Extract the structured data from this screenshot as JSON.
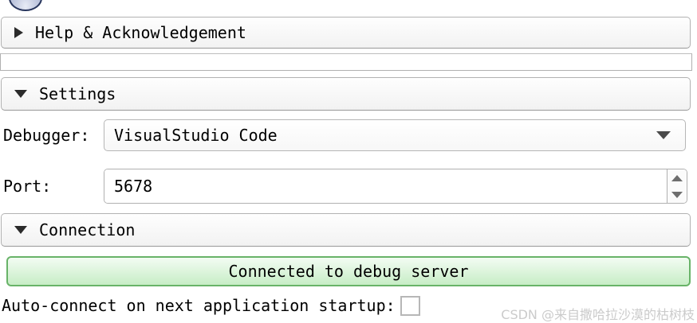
{
  "panes": {
    "help": {
      "label": "Help & Acknowledgement",
      "state": "collapsed"
    },
    "settings": {
      "label": "Settings",
      "state": "expanded"
    },
    "connection": {
      "label": "Connection",
      "state": "expanded"
    }
  },
  "settings": {
    "debugger_label": "Debugger:",
    "debugger_value": "VisualStudio Code",
    "port_label": "Port:",
    "port_value": "5678"
  },
  "connection": {
    "status_button_label": "Connected to debug server",
    "autoconnect_label": "Auto-connect on next application startup:",
    "autoconnect_checked": false
  },
  "watermark": "CSDN @来自撒哈拉沙漠的枯树枝",
  "icons": {
    "help_arrow": "right-triangle",
    "settings_arrow": "down-triangle",
    "connection_arrow": "down-triangle",
    "dropdown_arrow": "down-triangle",
    "spin_up": "up-triangle",
    "spin_down": "down-triangle",
    "logo": "partial-circle"
  },
  "colors": {
    "status_button_border": "#68b368",
    "status_button_bg_top": "#f3fcf3",
    "status_button_bg_bottom": "#c7edc6",
    "header_border": "#b2b2b2",
    "watermark_text": "#cbcbcb"
  }
}
